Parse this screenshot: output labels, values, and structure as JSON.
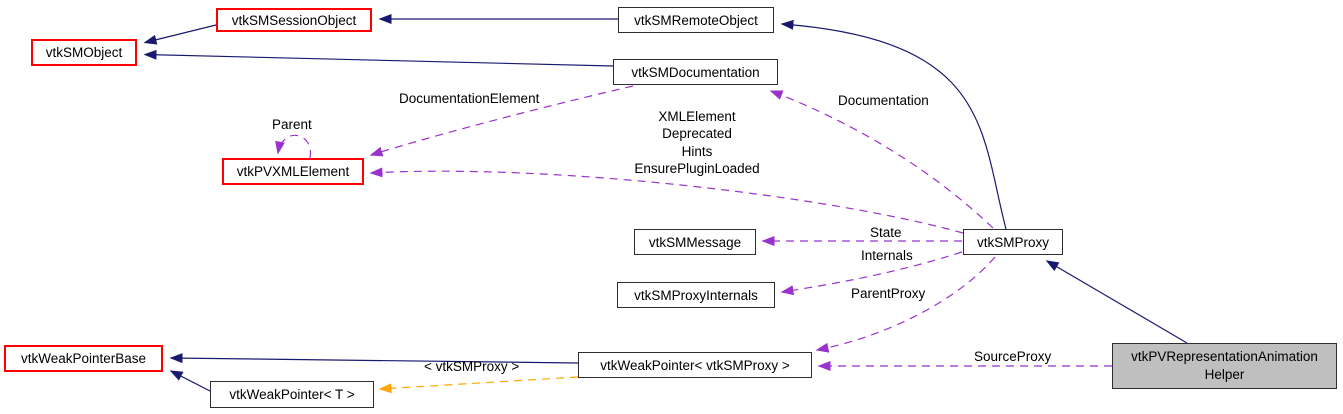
{
  "nodes": {
    "session_object": "vtkSMSessionObject",
    "sm_object": "vtkSMObject",
    "remote_object": "vtkSMRemoteObject",
    "sm_documentation": "vtkSMDocumentation",
    "pvxml_element": "vtkPVXMLElement",
    "sm_message": "vtkSMMessage",
    "sm_proxy": "vtkSMProxy",
    "proxy_internals": "vtkSMProxyInternals",
    "weak_pointer_base": "vtkWeakPointerBase",
    "weak_pointer_t": "vtkWeakPointer< T >",
    "weak_pointer_proxy": "vtkWeakPointer< vtkSMProxy >",
    "helper_line1": "vtkPVRepresentationAnimation",
    "helper_line2": "Helper"
  },
  "edge_labels": {
    "documentation_element": "DocumentationElement",
    "documentation": "Documentation",
    "xml_element": "XMLElement",
    "deprecated": "Deprecated",
    "hints": "Hints",
    "ensure_plugin_loaded": "EnsurePluginLoaded",
    "parent": "Parent",
    "state": "State",
    "internals": "Internals",
    "parent_proxy": "ParentProxy",
    "source_proxy": "SourceProxy",
    "template_instance": "< vtkSMProxy >"
  },
  "colors": {
    "inheritance_edge": "#191970",
    "usage_edge": "#9a32cd",
    "template_edge": "#ffa500",
    "node_border": "#2e2e2e",
    "truncated_node_border": "#ff0000",
    "focus_node_fill": "#bfbfbf",
    "background": "#ffffff"
  }
}
